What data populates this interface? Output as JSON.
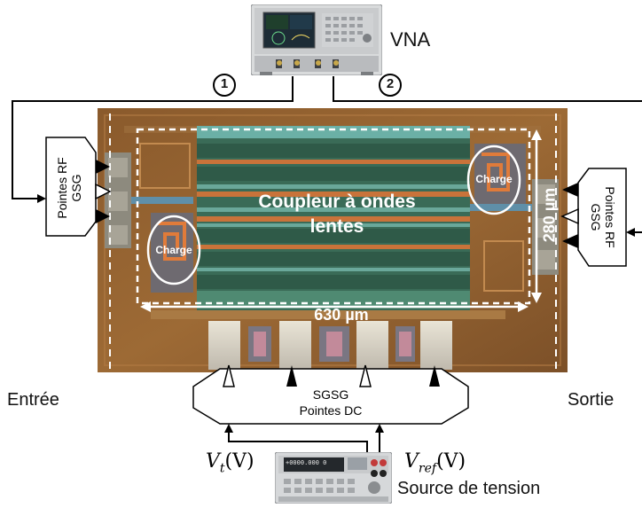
{
  "instruments": {
    "vna_label": "VNA",
    "port1": "1",
    "port2": "2",
    "source_label": "Source de tension",
    "source_display": "+0000.000 0",
    "vt_label": "V",
    "vt_sub": "t",
    "vt_arg": "(V)",
    "vref_label": "V",
    "vref_sub": "ref",
    "vref_arg": "(V)"
  },
  "chip": {
    "coupler_label_line1": "Coupleur à ondes",
    "coupler_label_line2": "lentes",
    "charge_left": "Charge",
    "charge_right": "Charge",
    "width_label": "630 µm",
    "height_label": "280 µm"
  },
  "probes": {
    "left_line1": "Pointes RF",
    "left_line2": "GSG",
    "right_line1": "Pointes RF",
    "right_line2": "GSG",
    "dc_line1": "SGSG",
    "dc_line2": "Pointes DC"
  },
  "ports": {
    "input": "Entrée",
    "output": "Sortie"
  }
}
